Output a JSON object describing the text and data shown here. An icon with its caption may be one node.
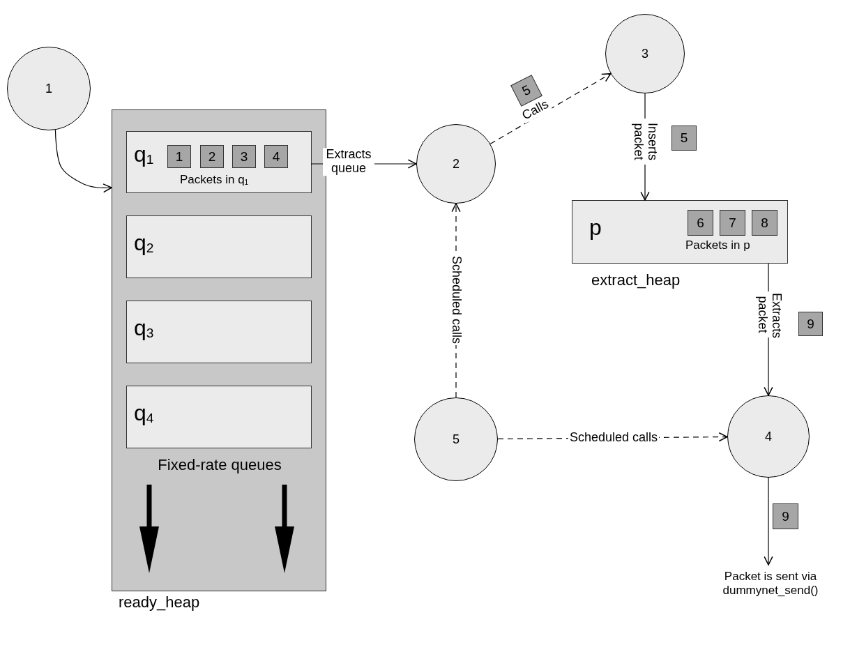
{
  "diagram": {
    "nodes": [
      {
        "text": [
          "1"
        ]
      },
      {
        "text": [
          "Fixed-rate queues"
        ],
        "beside": [
          "ready_heap"
        ]
      },
      {
        "text": [
          "q$_{1}$",
          "Packets in q$_{1}$"
        ],
        "in": 1
      },
      {
        "text": [
          "1"
        ],
        "in": 2
      },
      {
        "text": [
          "2"
        ],
        "in": 2
      },
      {
        "text": [
          "3"
        ],
        "in": 2
      },
      {
        "text": [
          "4"
        ],
        "in": 2
      },
      {
        "text": [
          "q$_{2}$"
        ],
        "in": 1
      },
      {
        "text": [
          "q$_{3}$"
        ],
        "in": 1
      },
      {
        "text": [
          "q$_{4}$"
        ],
        "in": 1
      },
      {
        "text": [
          "2"
        ]
      },
      {
        "text": [
          "3"
        ]
      },
      {
        "text": [
          "5"
        ]
      },
      {
        "text": [
          "5"
        ]
      },
      {
        "text": [
          "p",
          "Packets in p"
        ],
        "beside": [
          "extract_heap"
        ]
      },
      {
        "text": [
          "6"
        ],
        "in": 14
      },
      {
        "text": [
          "7"
        ],
        "in": 14
      },
      {
        "text": [
          "8"
        ],
        "in": 14
      },
      {
        "text": [
          "9"
        ]
      },
      {
        "text": [
          "4"
        ]
      },
      {
        "text": [
          "5"
        ]
      },
      {
        "text": [
          "9"
        ]
      },
      {
        "text": [
          "Packet is sent via dummynet_send()"
        ]
      }
    ],
    "edges": [
      {
        "from": 0,
        "to": 1,
        "arrow": "to"
      },
      {
        "from": 2,
        "to": 10,
        "arrow": "to",
        "label": "Extracts queue"
      },
      {
        "from": 10,
        "to": 11,
        "arrow": "to",
        "label": "Calls",
        "style": "dashed"
      },
      {
        "from": 11,
        "to": 14,
        "arrow": "to",
        "label": "Inserts packet"
      },
      {
        "from": 14,
        "to": 19,
        "arrow": "to",
        "label": "Extracts packet"
      },
      {
        "from": 20,
        "to": 10,
        "arrow": "to",
        "label": "Scheduled calls",
        "style": "dashed"
      },
      {
        "from": 20,
        "to": 19,
        "arrow": "to",
        "label": "Scheduled calls",
        "style": "dashed"
      },
      {
        "from": 19,
        "to": 22,
        "arrow": "to"
      }
    ]
  }
}
